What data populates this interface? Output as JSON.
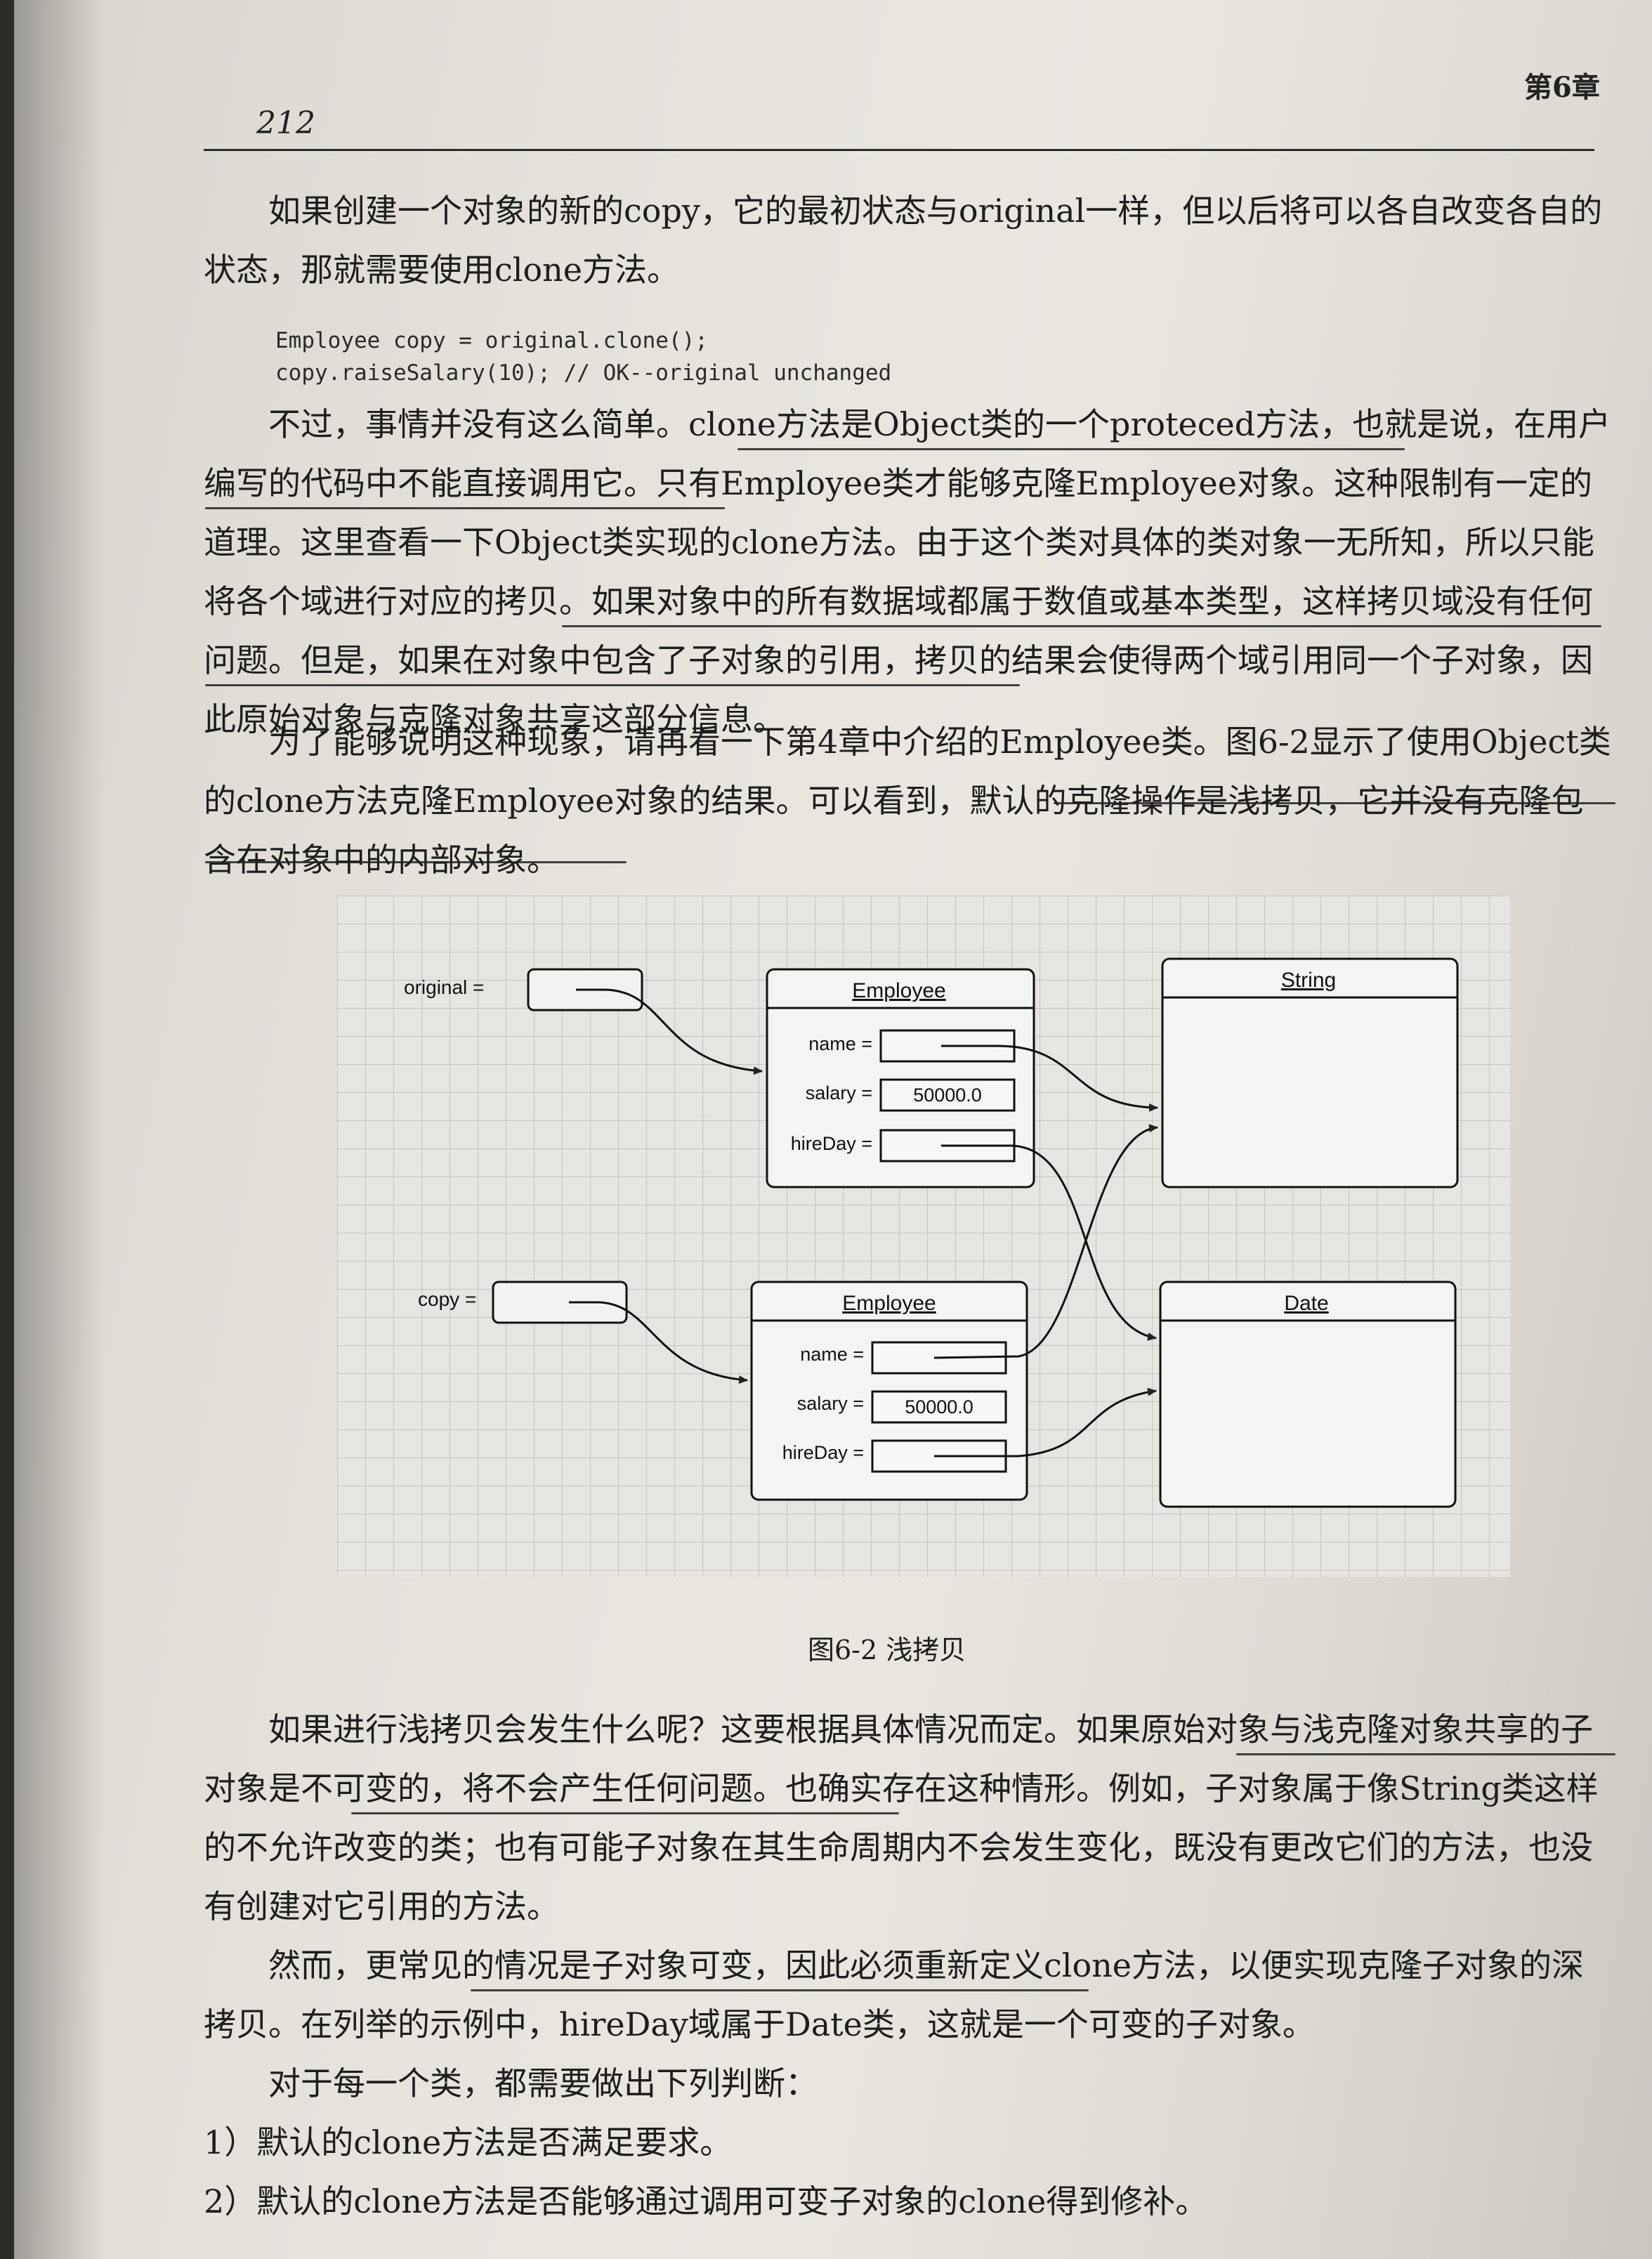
{
  "header": {
    "page_number": "212",
    "chapter": "第6章"
  },
  "paragraphs": [
    "如果创建一个对象的新的copy，它的最初状态与original一样，但以后将可以各自改变各自的状态，那就需要使用clone方法。",
    "不过，事情并没有这么简单。clone方法是Object类的一个proteced方法，也就是说，在用户编写的代码中不能直接调用它。只有Employee类才能够克隆Employee对象。这种限制有一定的道理。这里查看一下Object类实现的clone方法。由于这个类对具体的类对象一无所知，所以只能将各个域进行对应的拷贝。如果对象中的所有数据域都属于数值或基本类型，这样拷贝域没有任何问题。但是，如果在对象中包含了子对象的引用，拷贝的结果会使得两个域引用同一个子对象，因此原始对象与克隆对象共享这部分信息。",
    "为了能够说明这种现象，请再看一下第4章中介绍的Employee类。图6-2显示了使用Object类的clone方法克隆Employee对象的结果。可以看到，默认的克隆操作是浅拷贝，它并没有克隆包含在对象中的内部对象。",
    "如果进行浅拷贝会发生什么呢？这要根据具体情况而定。如果原始对象与浅克隆对象共享的子对象是不可变的，将不会产生任何问题。也确实存在这种情形。例如，子对象属于像String类这样的不允许改变的类；也有可能子对象在其生命周期内不会发生变化，既没有更改它们的方法，也没有创建对它引用的方法。",
    "然而，更常见的情况是子对象可变，因此必须重新定义clone方法，以便实现克隆子对象的深拷贝。在列举的示例中，hireDay域属于Date类，这就是一个可变的子对象。",
    "对于每一个类，都需要做出下列判断：",
    "1）默认的clone方法是否满足要求。",
    "2）默认的clone方法是否能够通过调用可变子对象的clone得到修补。"
  ],
  "code_lines": [
    "Employee copy = original.clone();",
    "copy.raiseSalary(10); // OK--original unchanged"
  ],
  "figure": {
    "caption": "图6-2  浅拷贝",
    "var_original": "original =",
    "var_copy": "copy =",
    "employee_title": "Employee",
    "field_name": "name =",
    "field_salary": "salary =",
    "field_hireday": "hireDay =",
    "salary_value": "50000.0",
    "string_title": "String",
    "date_title": "Date"
  }
}
